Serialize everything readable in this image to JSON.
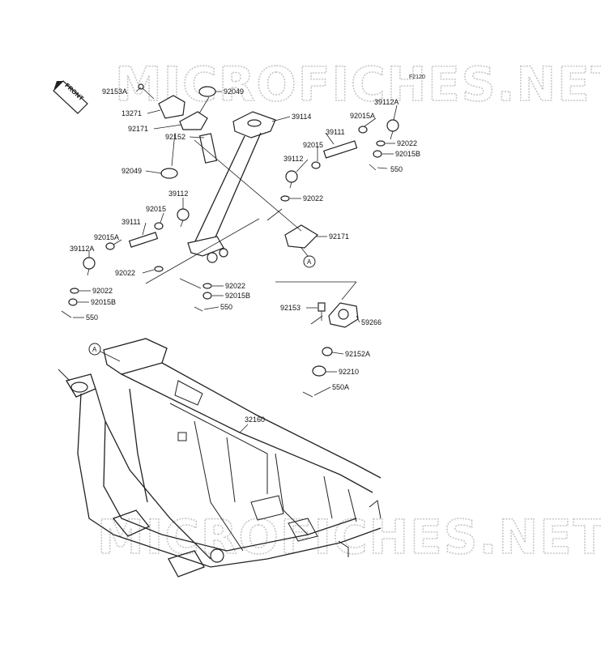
{
  "figure_code": "F2120",
  "watermark": "MICROFICHES.NET",
  "front_tag": "FRONT",
  "ref_marker": "A",
  "labels": {
    "p92153A": "92153A",
    "p92049_top": "92049",
    "p13271": "13271",
    "p92171_top": "92171",
    "p92152": "92152",
    "p92049_bottom": "92049",
    "p39114": "39114",
    "p92015A_right": "92015A",
    "p39112A_right": "39112A",
    "p39111_right": "39111",
    "p92015_right": "92015",
    "p92022_right_top": "92022",
    "p92015B_right": "92015B",
    "p550_right": "550",
    "p39112_right": "39112",
    "p92022_right_mid": "92022",
    "p92171_right": "92171",
    "p39112_left": "39112",
    "p92015_left": "92015",
    "p39111_left": "39111",
    "p92015A_left": "92015A",
    "p39112A_left": "39112A",
    "p92022_left_a": "92022",
    "p92022_center": "92022",
    "p92015B_center": "92015B",
    "p550_center": "550",
    "p92022_left_b": "92022",
    "p92015B_left": "92015B",
    "p550_left": "550",
    "p92153": "92153",
    "p59266": "59266",
    "p92152A": "92152A",
    "p92210": "92210",
    "p550A": "550A",
    "p32160": "32160"
  }
}
